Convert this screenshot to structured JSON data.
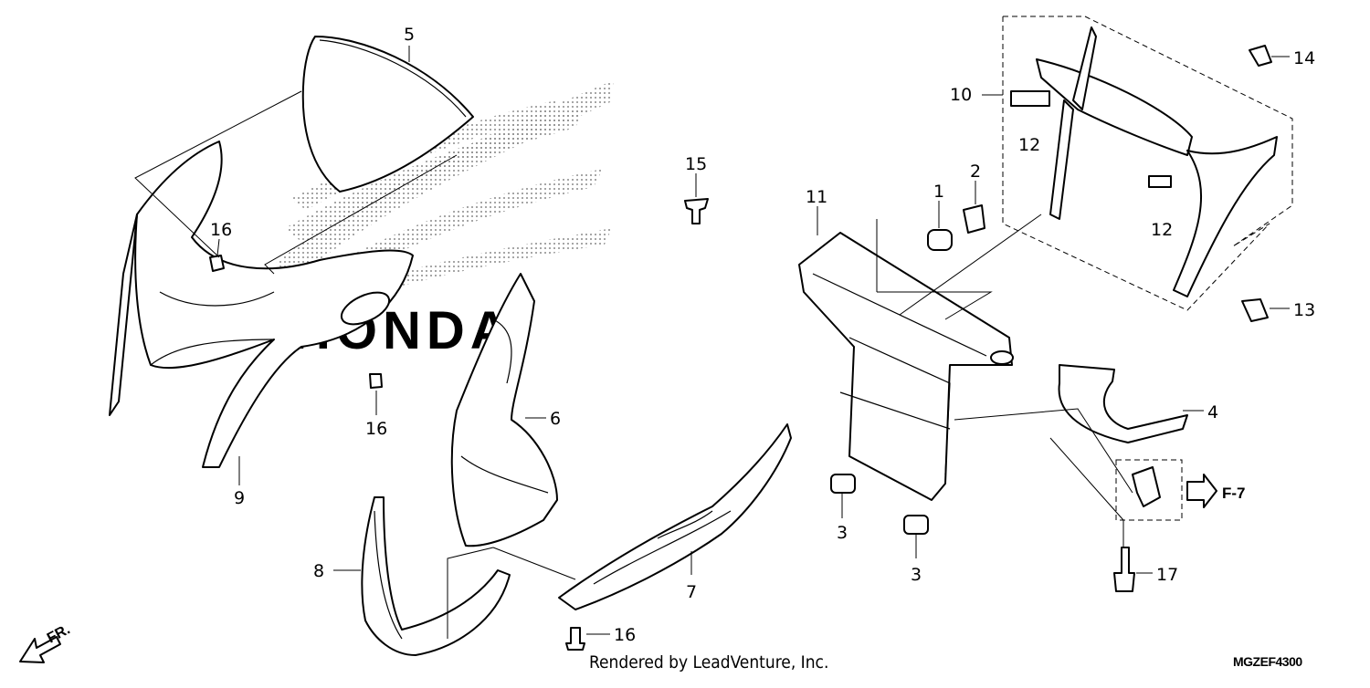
{
  "callouts": [
    {
      "id": "c1",
      "text": "1"
    },
    {
      "id": "c2",
      "text": "2"
    },
    {
      "id": "c3a",
      "text": "3"
    },
    {
      "id": "c3b",
      "text": "3"
    },
    {
      "id": "c4",
      "text": "4"
    },
    {
      "id": "c5",
      "text": "5"
    },
    {
      "id": "c6",
      "text": "6"
    },
    {
      "id": "c7",
      "text": "7"
    },
    {
      "id": "c8",
      "text": "8"
    },
    {
      "id": "c9",
      "text": "9"
    },
    {
      "id": "c10",
      "text": "10"
    },
    {
      "id": "c11",
      "text": "11"
    },
    {
      "id": "c12a",
      "text": "12"
    },
    {
      "id": "c12b",
      "text": "12"
    },
    {
      "id": "c13",
      "text": "13"
    },
    {
      "id": "c14",
      "text": "14"
    },
    {
      "id": "c15",
      "text": "15"
    },
    {
      "id": "c16a",
      "text": "16"
    },
    {
      "id": "c16b",
      "text": "16"
    },
    {
      "id": "c16c",
      "text": "16"
    },
    {
      "id": "c17",
      "text": "17"
    }
  ],
  "reference_label": "F-7",
  "direction_label": "FR.",
  "footer_text": "Rendered by LeadVenture, Inc.",
  "diagram_code": "MGZEF4300",
  "watermark_text": "HONDA"
}
